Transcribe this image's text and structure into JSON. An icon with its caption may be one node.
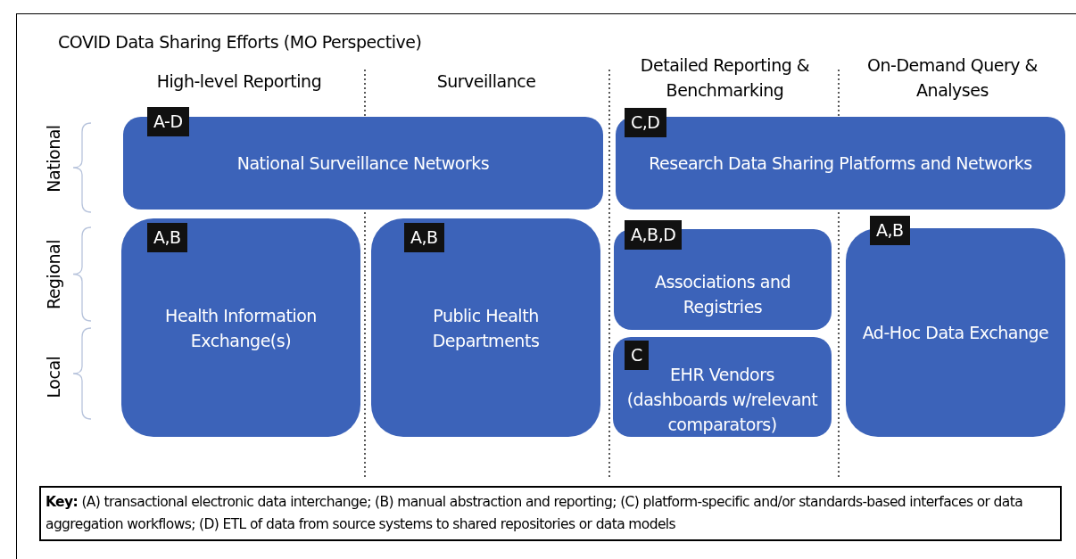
{
  "diagram": {
    "title": "COVID Data Sharing Efforts (MO Perspective)",
    "nodes": [
      {
        "text": [
          "A-D",
          "National Surveillance Networks"
        ]
      },
      {
        "text": [
          "C,D",
          "Research Data Sharing Platforms and Networks"
        ]
      },
      {
        "text": [
          "A,B",
          "Health Information Exchange(s)"
        ]
      },
      {
        "text": [
          "A,B",
          "Public Health Departments"
        ]
      },
      {
        "text": [
          "A,B,D",
          "Associations and Registries"
        ]
      },
      {
        "text": [
          "C",
          "EHR Vendors (dashboards w/relevant comparators)"
        ]
      },
      {
        "text": [
          "A,B",
          "Ad-Hoc Data Exchange"
        ]
      },
      {
        "text": [
          "**Key:** (A) transactional electronic data interchange; (B) manual abstraction and reporting; (C) platform-specific and/or standards-based interfaces or data aggregation workflows; (D) ETL of data from source systems to shared repositories or data models"
        ]
      }
    ],
    "edges": [],
    "labels": [
      "High-level Reporting",
      "Surveillance",
      "Detailed Reporting & Benchmarking",
      "On-Demand Query & Analyses",
      "National",
      "Regional",
      "Local"
    ]
  }
}
